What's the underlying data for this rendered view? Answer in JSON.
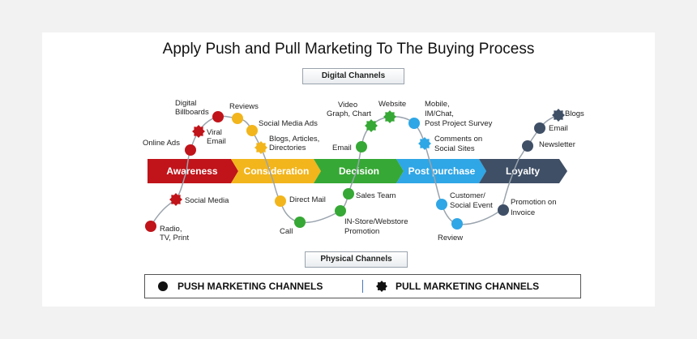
{
  "title": "Apply Push and Pull Marketing To The Buying Process",
  "digital_label": "Digital Channels",
  "physical_label": "Physical Channels",
  "stages": [
    {
      "label": "Awareness",
      "color": "#c0141a"
    },
    {
      "label": "Consideration",
      "color": "#f2b51c"
    },
    {
      "label": "Decision",
      "color": "#36a835"
    },
    {
      "label": "Post purchase",
      "color": "#2fa6e6"
    },
    {
      "label": "Loyalty",
      "color": "#3f4f66"
    }
  ],
  "channels": {
    "radio": [
      "Radio,",
      "TV, Print"
    ],
    "social_media": [
      "Social Media"
    ],
    "online_ads": [
      "Online Ads"
    ],
    "viral_email": [
      "Viral",
      "Email"
    ],
    "digital_billboards": [
      "Digital",
      "Billboards"
    ],
    "reviews": [
      "Reviews"
    ],
    "social_media_ads": [
      "Social Media Ads"
    ],
    "blogs_articles": [
      "Blogs, Articles,",
      "Directories"
    ],
    "direct_mail": [
      "Direct Mail"
    ],
    "call": [
      "Call"
    ],
    "email_decision": [
      "Email"
    ],
    "video": [
      "Video",
      "Graph, Chart"
    ],
    "website": [
      "Website"
    ],
    "sales_team": [
      "Sales Team"
    ],
    "in_store": [
      "IN-Store/Webstore",
      "Promotion"
    ],
    "mobile": [
      "Mobile,",
      "IM/Chat,",
      "Post Project Survey"
    ],
    "comments": [
      "Comments on",
      "Social Sites"
    ],
    "customer_event": [
      "Customer/",
      "Social Event"
    ],
    "review": [
      "Review"
    ],
    "promotion_invoice": [
      "Promotion on",
      "Invoice"
    ],
    "newsletter": [
      "Newsletter"
    ],
    "email_loyalty": [
      "Email"
    ],
    "blogs": [
      "Blogs"
    ]
  },
  "legend": {
    "push": "PUSH MARKETING CHANNELS",
    "pull": "PULL MARKETING CHANNELS"
  }
}
